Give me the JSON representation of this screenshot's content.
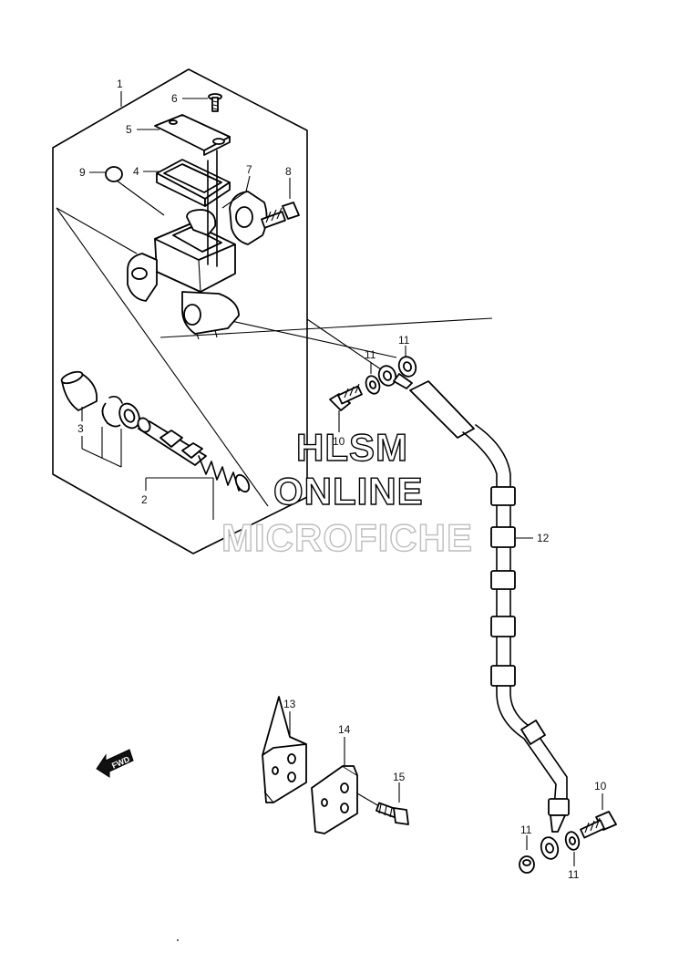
{
  "diagram": {
    "callouts": {
      "c1": "1",
      "c2": "2",
      "c3": "3",
      "c4": "4",
      "c5": "5",
      "c6": "6",
      "c7": "7",
      "c8": "8",
      "c9": "9",
      "c10a": "10",
      "c10b": "10",
      "c11a": "11",
      "c11b": "11",
      "c11c": "11",
      "c11d": "11",
      "c12": "12",
      "c13": "13",
      "c14": "14",
      "c15": "15"
    },
    "watermark": {
      "line1": "HLSM",
      "line2": "ONLINE",
      "line3": "MICROFICHE"
    },
    "direction_marker": "FWD"
  }
}
